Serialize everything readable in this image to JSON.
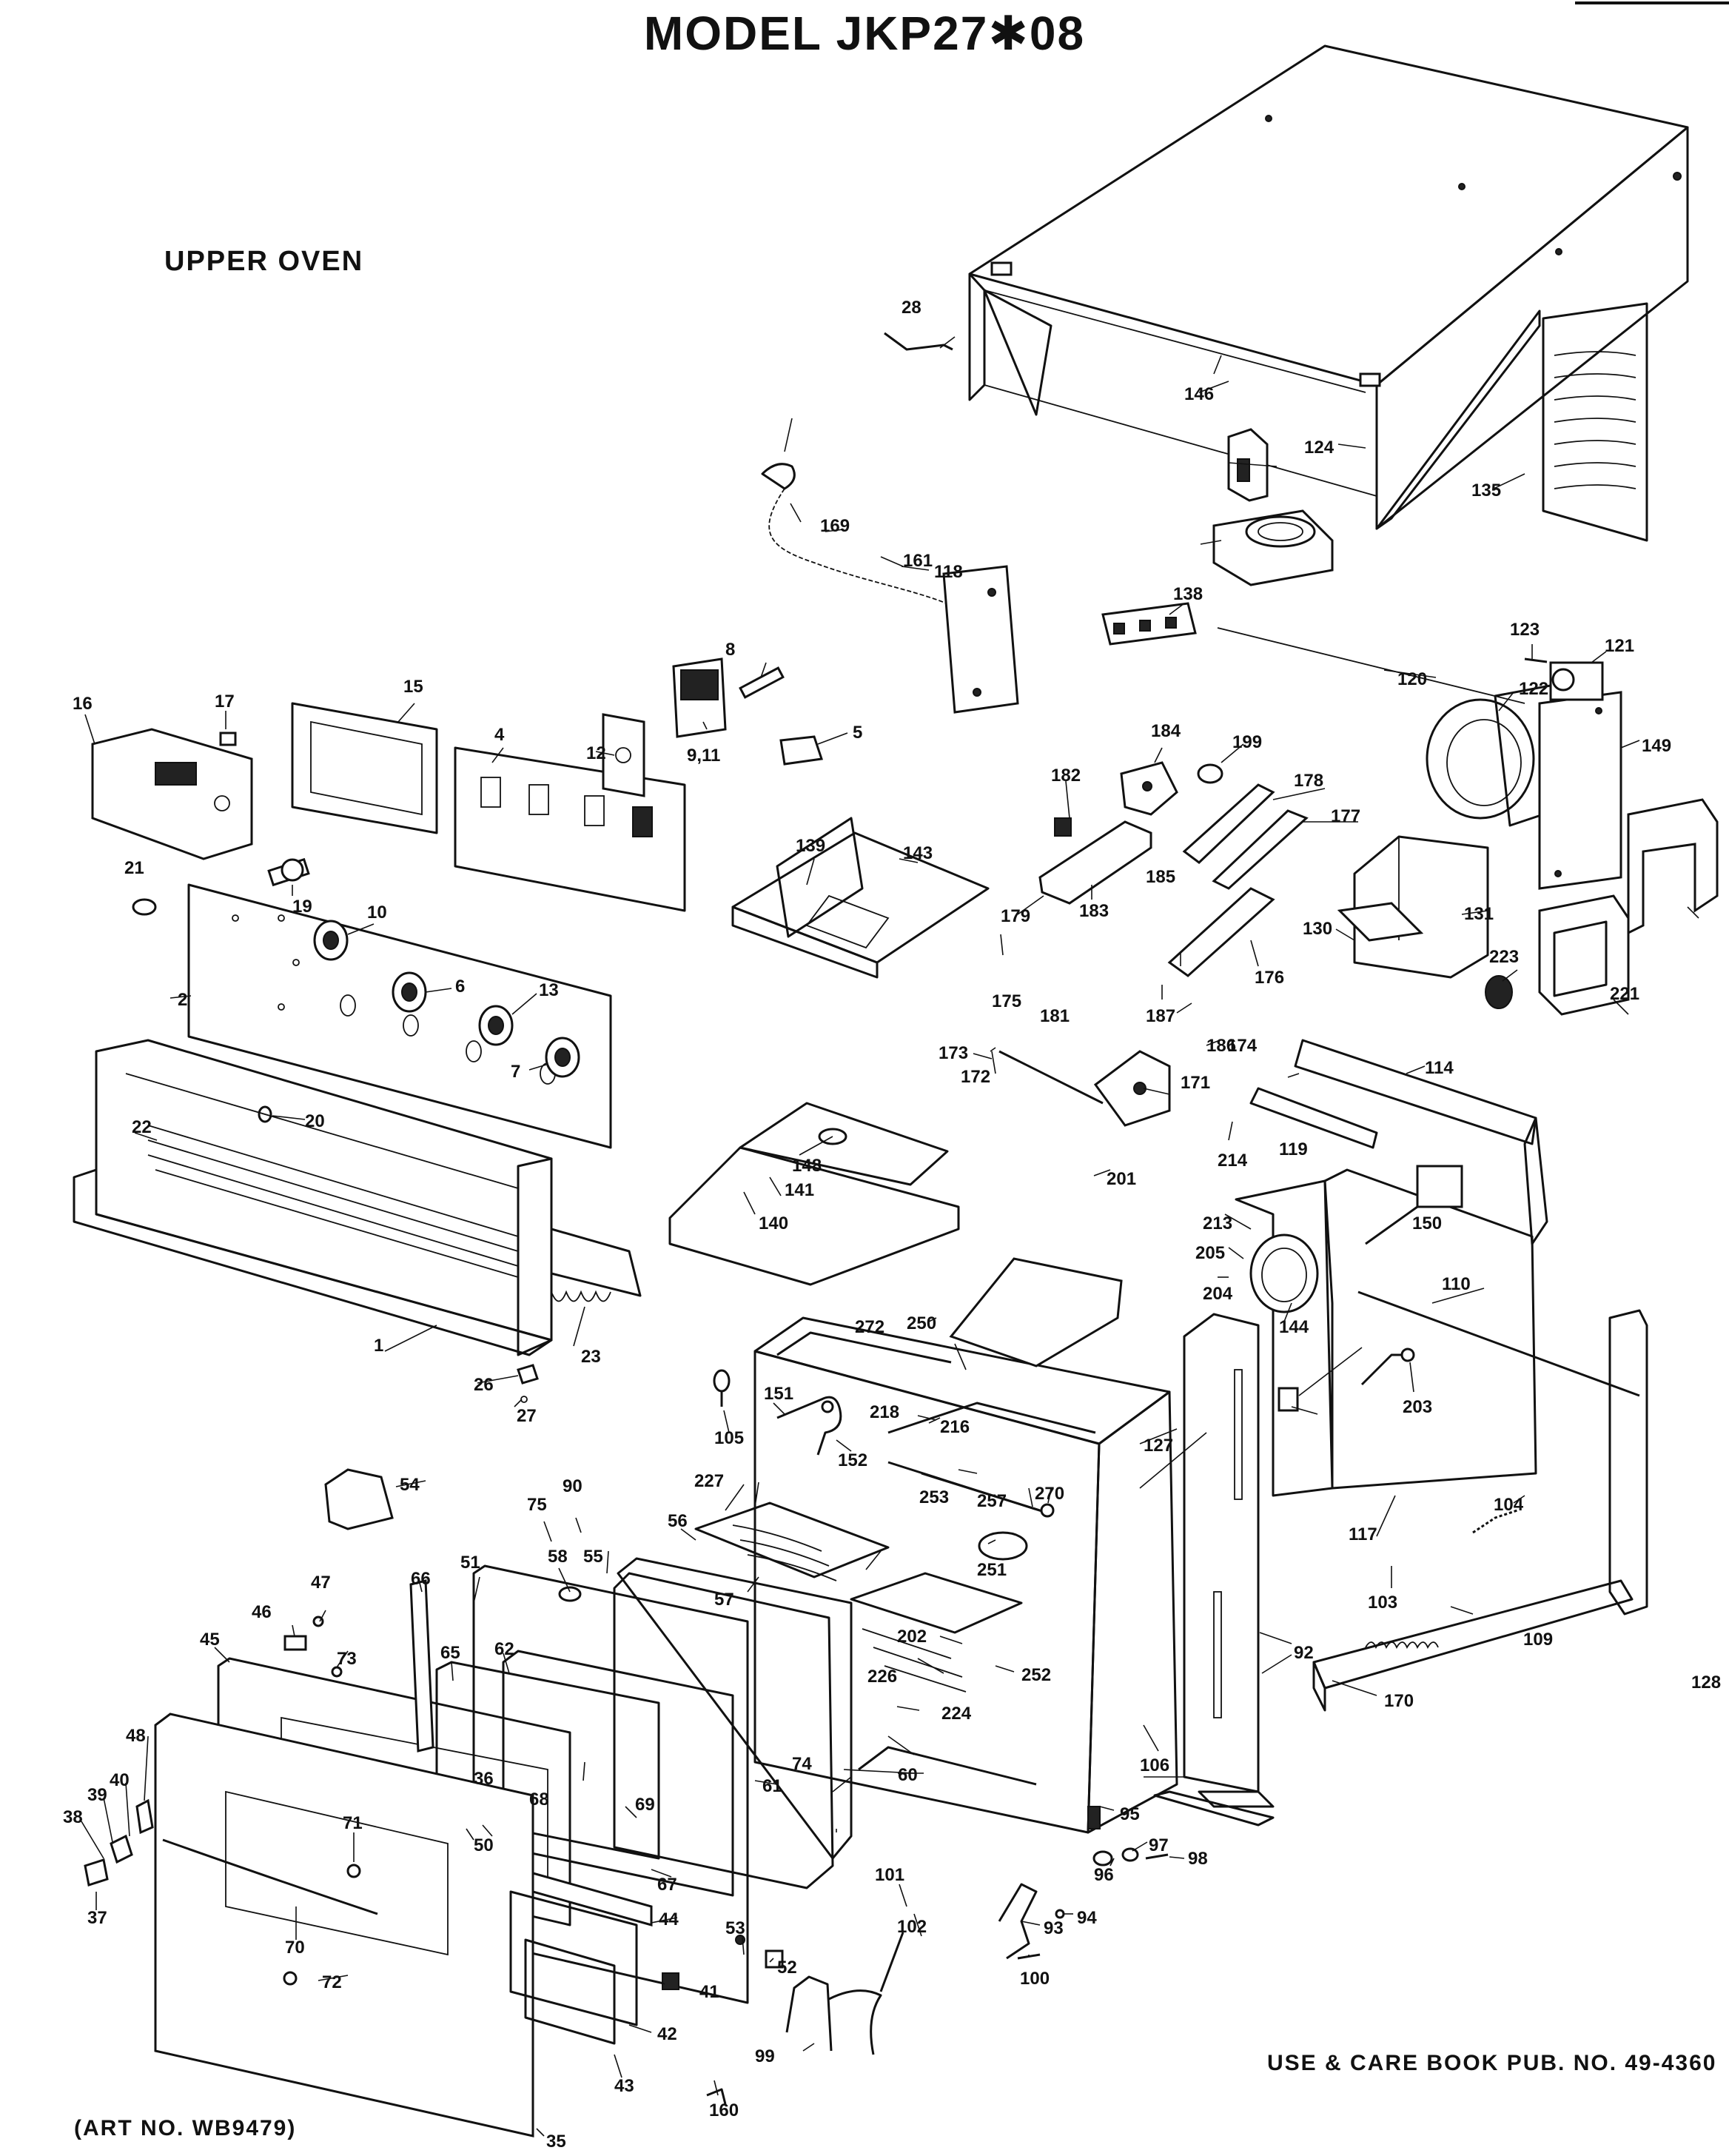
{
  "title": "MODEL JKP27✱08",
  "subtitle": "UPPER OVEN",
  "footer_pub": "USE & CARE BOOK PUB. NO. 49-4360",
  "footer_art": "(ART NO. WB9479)",
  "callouts": [
    {
      "id": "c1",
      "text": "1"
    },
    {
      "id": "c2",
      "text": "2"
    },
    {
      "id": "c4",
      "text": "4"
    },
    {
      "id": "c5",
      "text": "5"
    },
    {
      "id": "c6",
      "text": "6"
    },
    {
      "id": "c7",
      "text": "7"
    },
    {
      "id": "c8",
      "text": "8"
    },
    {
      "id": "c9",
      "text": "9,11"
    },
    {
      "id": "c10",
      "text": "10"
    },
    {
      "id": "c12",
      "text": "12"
    },
    {
      "id": "c13",
      "text": "13"
    },
    {
      "id": "c15",
      "text": "15"
    },
    {
      "id": "c16",
      "text": "16"
    },
    {
      "id": "c17",
      "text": "17"
    },
    {
      "id": "c19",
      "text": "19"
    },
    {
      "id": "c20",
      "text": "20"
    },
    {
      "id": "c21",
      "text": "21"
    },
    {
      "id": "c22",
      "text": "22"
    },
    {
      "id": "c23",
      "text": "23"
    },
    {
      "id": "c26",
      "text": "26"
    },
    {
      "id": "c27",
      "text": "27"
    },
    {
      "id": "c28",
      "text": "28"
    },
    {
      "id": "c35",
      "text": "35"
    },
    {
      "id": "c36",
      "text": "36"
    },
    {
      "id": "c37",
      "text": "37"
    },
    {
      "id": "c38",
      "text": "38"
    },
    {
      "id": "c39",
      "text": "39"
    },
    {
      "id": "c40",
      "text": "40"
    },
    {
      "id": "c41",
      "text": "41"
    },
    {
      "id": "c42",
      "text": "42"
    },
    {
      "id": "c43",
      "text": "43"
    },
    {
      "id": "c44",
      "text": "44"
    },
    {
      "id": "c45",
      "text": "45"
    },
    {
      "id": "c46",
      "text": "46"
    },
    {
      "id": "c47",
      "text": "47"
    },
    {
      "id": "c48",
      "text": "48"
    },
    {
      "id": "c50",
      "text": "50"
    },
    {
      "id": "c51",
      "text": "51"
    },
    {
      "id": "c52",
      "text": "52"
    },
    {
      "id": "c53",
      "text": "53"
    },
    {
      "id": "c54",
      "text": "54"
    },
    {
      "id": "c55",
      "text": "55"
    },
    {
      "id": "c56",
      "text": "56"
    },
    {
      "id": "c57",
      "text": "57"
    },
    {
      "id": "c58",
      "text": "58"
    },
    {
      "id": "c60",
      "text": "60"
    },
    {
      "id": "c61",
      "text": "61"
    },
    {
      "id": "c62",
      "text": "62"
    },
    {
      "id": "c65",
      "text": "65"
    },
    {
      "id": "c66",
      "text": "66"
    },
    {
      "id": "c67",
      "text": "67"
    },
    {
      "id": "c68",
      "text": "68"
    },
    {
      "id": "c69",
      "text": "69"
    },
    {
      "id": "c70",
      "text": "70"
    },
    {
      "id": "c71",
      "text": "71"
    },
    {
      "id": "c72",
      "text": "72"
    },
    {
      "id": "c73",
      "text": "73"
    },
    {
      "id": "c74",
      "text": "74"
    },
    {
      "id": "c75",
      "text": "75"
    },
    {
      "id": "c90",
      "text": "90"
    },
    {
      "id": "c92",
      "text": "92"
    },
    {
      "id": "c93",
      "text": "93"
    },
    {
      "id": "c94",
      "text": "94"
    },
    {
      "id": "c95",
      "text": "95"
    },
    {
      "id": "c96",
      "text": "96"
    },
    {
      "id": "c97",
      "text": "97"
    },
    {
      "id": "c98",
      "text": "98"
    },
    {
      "id": "c99",
      "text": "99"
    },
    {
      "id": "c100",
      "text": "100"
    },
    {
      "id": "c101",
      "text": "101"
    },
    {
      "id": "c102",
      "text": "102"
    },
    {
      "id": "c103",
      "text": "103"
    },
    {
      "id": "c104",
      "text": "104"
    },
    {
      "id": "c105",
      "text": "105"
    },
    {
      "id": "c106",
      "text": "106"
    },
    {
      "id": "c109",
      "text": "109"
    },
    {
      "id": "c110",
      "text": "110"
    },
    {
      "id": "c114",
      "text": "114"
    },
    {
      "id": "c117",
      "text": "117"
    },
    {
      "id": "c118",
      "text": "118"
    },
    {
      "id": "c119",
      "text": "119"
    },
    {
      "id": "c120",
      "text": "120"
    },
    {
      "id": "c121",
      "text": "121"
    },
    {
      "id": "c122",
      "text": "122"
    },
    {
      "id": "c123",
      "text": "123"
    },
    {
      "id": "c124",
      "text": "124"
    },
    {
      "id": "c127",
      "text": "127"
    },
    {
      "id": "c128",
      "text": "128"
    },
    {
      "id": "c130",
      "text": "130"
    },
    {
      "id": "c131",
      "text": "131"
    },
    {
      "id": "c135",
      "text": "135"
    },
    {
      "id": "c138",
      "text": "138"
    },
    {
      "id": "c139",
      "text": "139"
    },
    {
      "id": "c140",
      "text": "140"
    },
    {
      "id": "c141",
      "text": "141"
    },
    {
      "id": "c143",
      "text": "143"
    },
    {
      "id": "c144",
      "text": "144"
    },
    {
      "id": "c146",
      "text": "146"
    },
    {
      "id": "c148",
      "text": "148"
    },
    {
      "id": "c149",
      "text": "149"
    },
    {
      "id": "c150",
      "text": "150"
    },
    {
      "id": "c151",
      "text": "151"
    },
    {
      "id": "c152",
      "text": "152"
    },
    {
      "id": "c160",
      "text": "160"
    },
    {
      "id": "c161",
      "text": "161"
    },
    {
      "id": "c169",
      "text": "169"
    },
    {
      "id": "c170",
      "text": "170"
    },
    {
      "id": "c171",
      "text": "171"
    },
    {
      "id": "c172",
      "text": "172"
    },
    {
      "id": "c173",
      "text": "173"
    },
    {
      "id": "c174",
      "text": "174"
    },
    {
      "id": "c175",
      "text": "175"
    },
    {
      "id": "c176",
      "text": "176"
    },
    {
      "id": "c177",
      "text": "177"
    },
    {
      "id": "c178",
      "text": "178"
    },
    {
      "id": "c179",
      "text": "179"
    },
    {
      "id": "c181",
      "text": "181"
    },
    {
      "id": "c182",
      "text": "182"
    },
    {
      "id": "c183",
      "text": "183"
    },
    {
      "id": "c184",
      "text": "184"
    },
    {
      "id": "c185",
      "text": "185"
    },
    {
      "id": "c186",
      "text": "186"
    },
    {
      "id": "c187",
      "text": "187"
    },
    {
      "id": "c199",
      "text": "199"
    },
    {
      "id": "c201",
      "text": "201"
    },
    {
      "id": "c202",
      "text": "202"
    },
    {
      "id": "c203",
      "text": "203"
    },
    {
      "id": "c204",
      "text": "204"
    },
    {
      "id": "c205",
      "text": "205"
    },
    {
      "id": "c213",
      "text": "213"
    },
    {
      "id": "c214",
      "text": "214"
    },
    {
      "id": "c216",
      "text": "216"
    },
    {
      "id": "c218",
      "text": "218"
    },
    {
      "id": "c221",
      "text": "221"
    },
    {
      "id": "c223",
      "text": "223"
    },
    {
      "id": "c224",
      "text": "224"
    },
    {
      "id": "c226",
      "text": "226"
    },
    {
      "id": "c227",
      "text": "227"
    },
    {
      "id": "c250",
      "text": "250"
    },
    {
      "id": "c251",
      "text": "251"
    },
    {
      "id": "c252",
      "text": "252"
    },
    {
      "id": "c253",
      "text": "253"
    },
    {
      "id": "c257",
      "text": "257"
    },
    {
      "id": "c270",
      "text": "270"
    },
    {
      "id": "c272",
      "text": "272"
    }
  ]
}
